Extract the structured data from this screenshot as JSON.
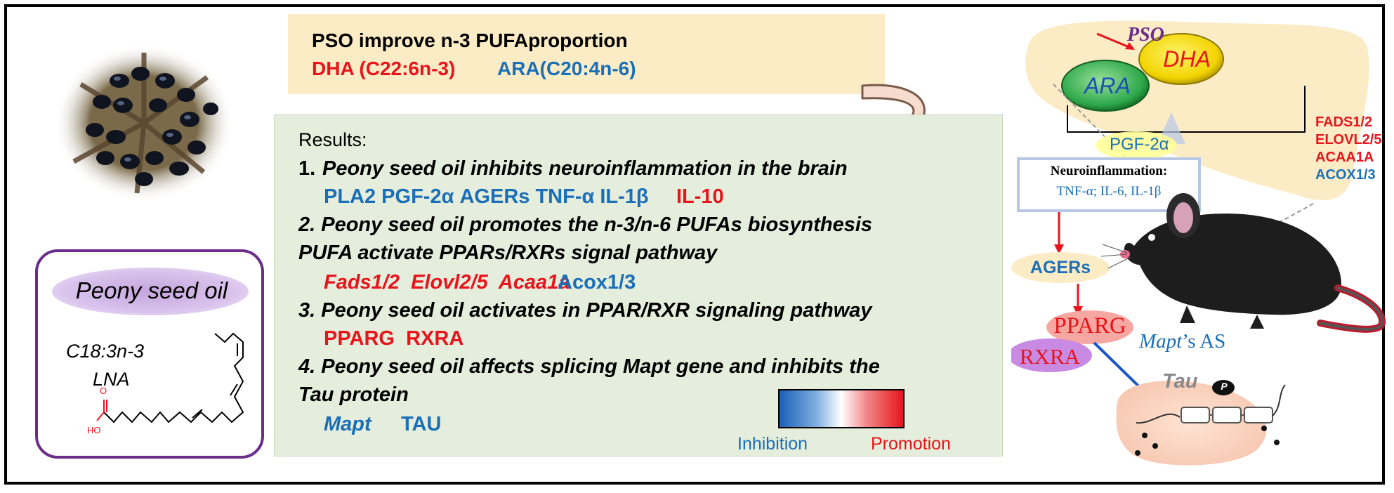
{
  "header": {
    "title": "PSO improve n-3 PUFAproportion",
    "dha": "DHA (C22:6n-3)",
    "ara": "ARA(C20:4n-6)"
  },
  "results": {
    "heading": "Results:",
    "item1_num": "1.",
    "item1_text": "Peony seed oil inhibits neuroinflammation in the brain",
    "item1_blue": "PLA2 PGF-2α AGERs TNF-α IL-1β",
    "item1_red": "IL-10",
    "item2_text": "2. Peony seed oil promotes the n-3/n-6 PUFAs biosynthesis",
    "item2_text_b": "PUFA activate PPARs/RXRs signal pathway",
    "item2_red": "Fads1/2  Elovl2/5  Acaa1a",
    "item2_blue": "Acox1/3",
    "item3_text": "3. Peony seed oil activates in PPAR/RXR signaling pathway",
    "item3_red": "PPARG  RXRA",
    "item4_text": "4. Peony seed oil affects splicing Mapt gene and inhibits the",
    "item4_text_b": "Tau protein",
    "item4_blue_i": "Mapt",
    "item4_blue": "TAU"
  },
  "legend": {
    "inhibition": "Inhibition",
    "promotion": "Promotion"
  },
  "oil": {
    "name": "Peony seed oil",
    "formula": "C18:3n-3",
    "abbr": "LNA",
    "o_label": "O",
    "ho_label": "HO"
  },
  "mechanism": {
    "pso": "PSO",
    "dha": "DHA",
    "ara": "ARA",
    "pgf": "PGF-2α",
    "genes_red": [
      "FADS1/2",
      "ELOVL2/5",
      "ACAA1A"
    ],
    "genes_blue": "ACOX1/3",
    "neuro_title": "Neuroinflammation:",
    "neuro_list": "TNF-α; IL-6, IL-1β",
    "agers": "AGERs",
    "pparg": "PPARG",
    "rxra": "RXRA",
    "mapt_as_i": "Mapt",
    "mapt_as": "’s AS",
    "tau": "Tau",
    "p": "P"
  },
  "colors": {
    "red": "#e8141b",
    "blue": "#1a6fb8",
    "title_bg": "#fcecc6",
    "results_bg": "#e5eedc",
    "purple": "#6b2c8c"
  }
}
